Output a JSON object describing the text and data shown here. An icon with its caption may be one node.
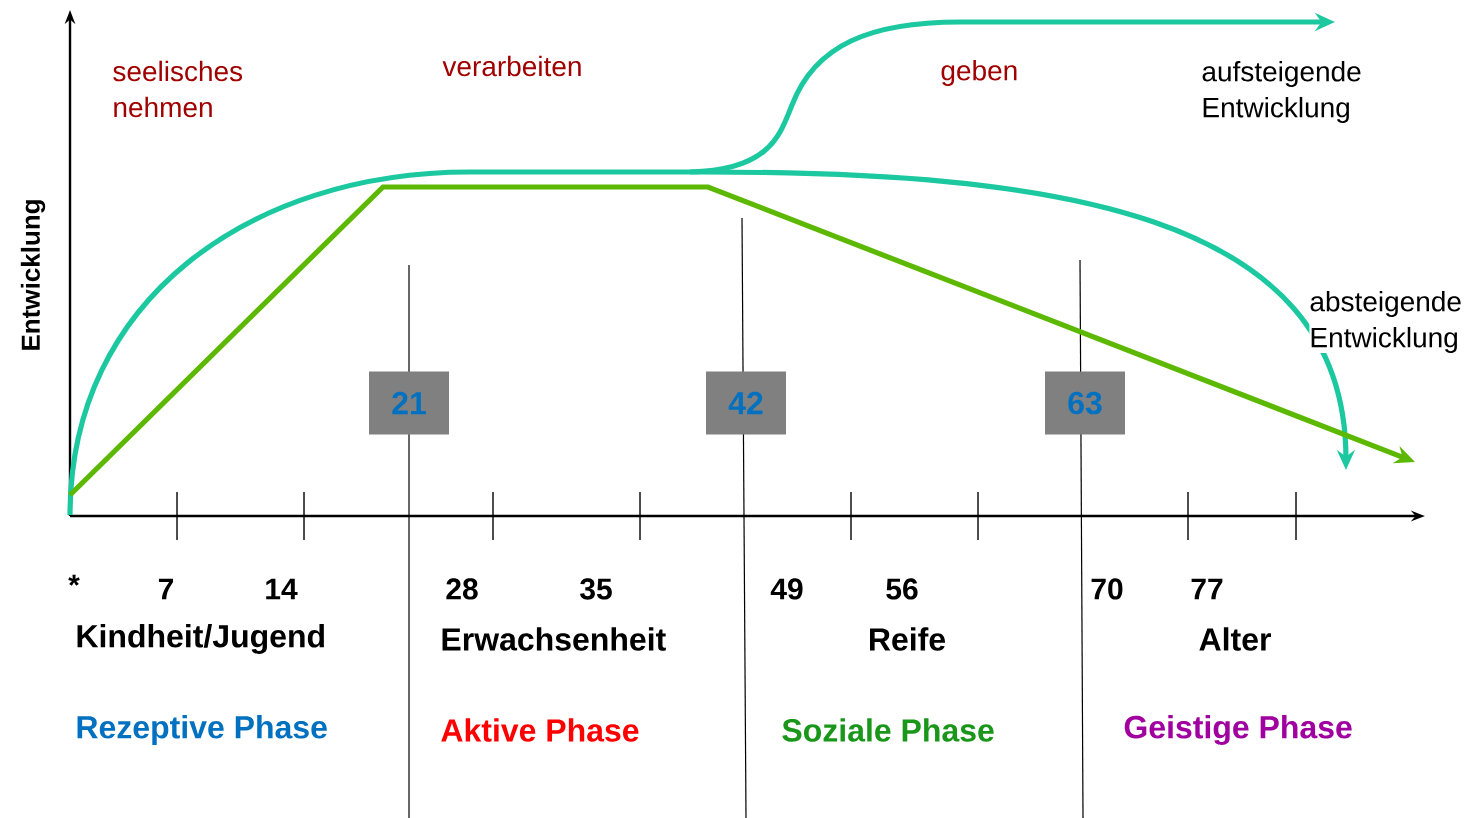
{
  "diagram": {
    "nodes": [
      {
        "text": [
          "21"
        ]
      },
      {
        "text": [
          "42"
        ]
      },
      {
        "text": [
          "63"
        ]
      }
    ],
    "labels": [
      "Entwicklung",
      "seelisches nehmen",
      "verarbeiten",
      "geben",
      "aufsteigende Entwicklung",
      "absteigende Entwicklung",
      "*",
      "7",
      "14",
      "28",
      "35",
      "49",
      "56",
      "70",
      "77",
      "Kindheit/Jugend",
      "Erwachsenheit",
      "Reife",
      "Alter",
      "Rezeptive Phase",
      "Aktive Phase",
      "Soziale Phase",
      "Geistige Phase"
    ]
  }
}
